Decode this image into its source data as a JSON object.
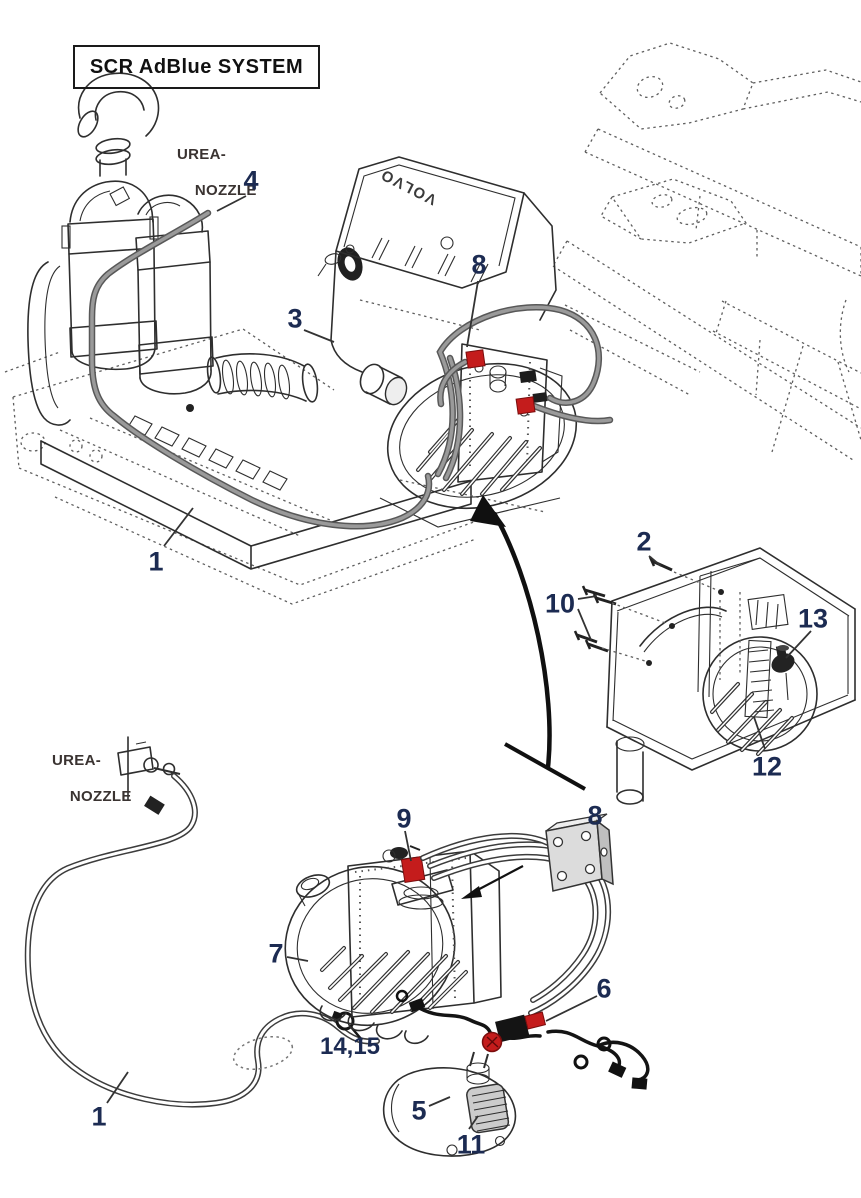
{
  "title": "SCR AdBlue SYSTEM",
  "colors": {
    "callout_number": "#1c2b52",
    "accent_red": "#c41c1c",
    "line": "#2e2e2e",
    "hose_gray": "#8a8a8a",
    "label_text": "#3a3331"
  },
  "labels": {
    "urea_nozzle_top": {
      "line1": "UREA-",
      "line2": "NOZZLE"
    },
    "urea_nozzle_bottom": {
      "line1": "UREA-",
      "line2": "NOZZLE"
    },
    "engine_brand": "VOLVO"
  },
  "callouts": {
    "part4": "4",
    "part8_top": "8",
    "part3": "3",
    "part1_top": "1",
    "part2": "2",
    "part10": "10",
    "part13": "13",
    "part12": "12",
    "part9": "9",
    "part8_bottom": "8",
    "part7": "7",
    "part6": "6",
    "part14_15": "14,15",
    "part5": "5",
    "part11": "11",
    "part1_bottom": "1"
  }
}
